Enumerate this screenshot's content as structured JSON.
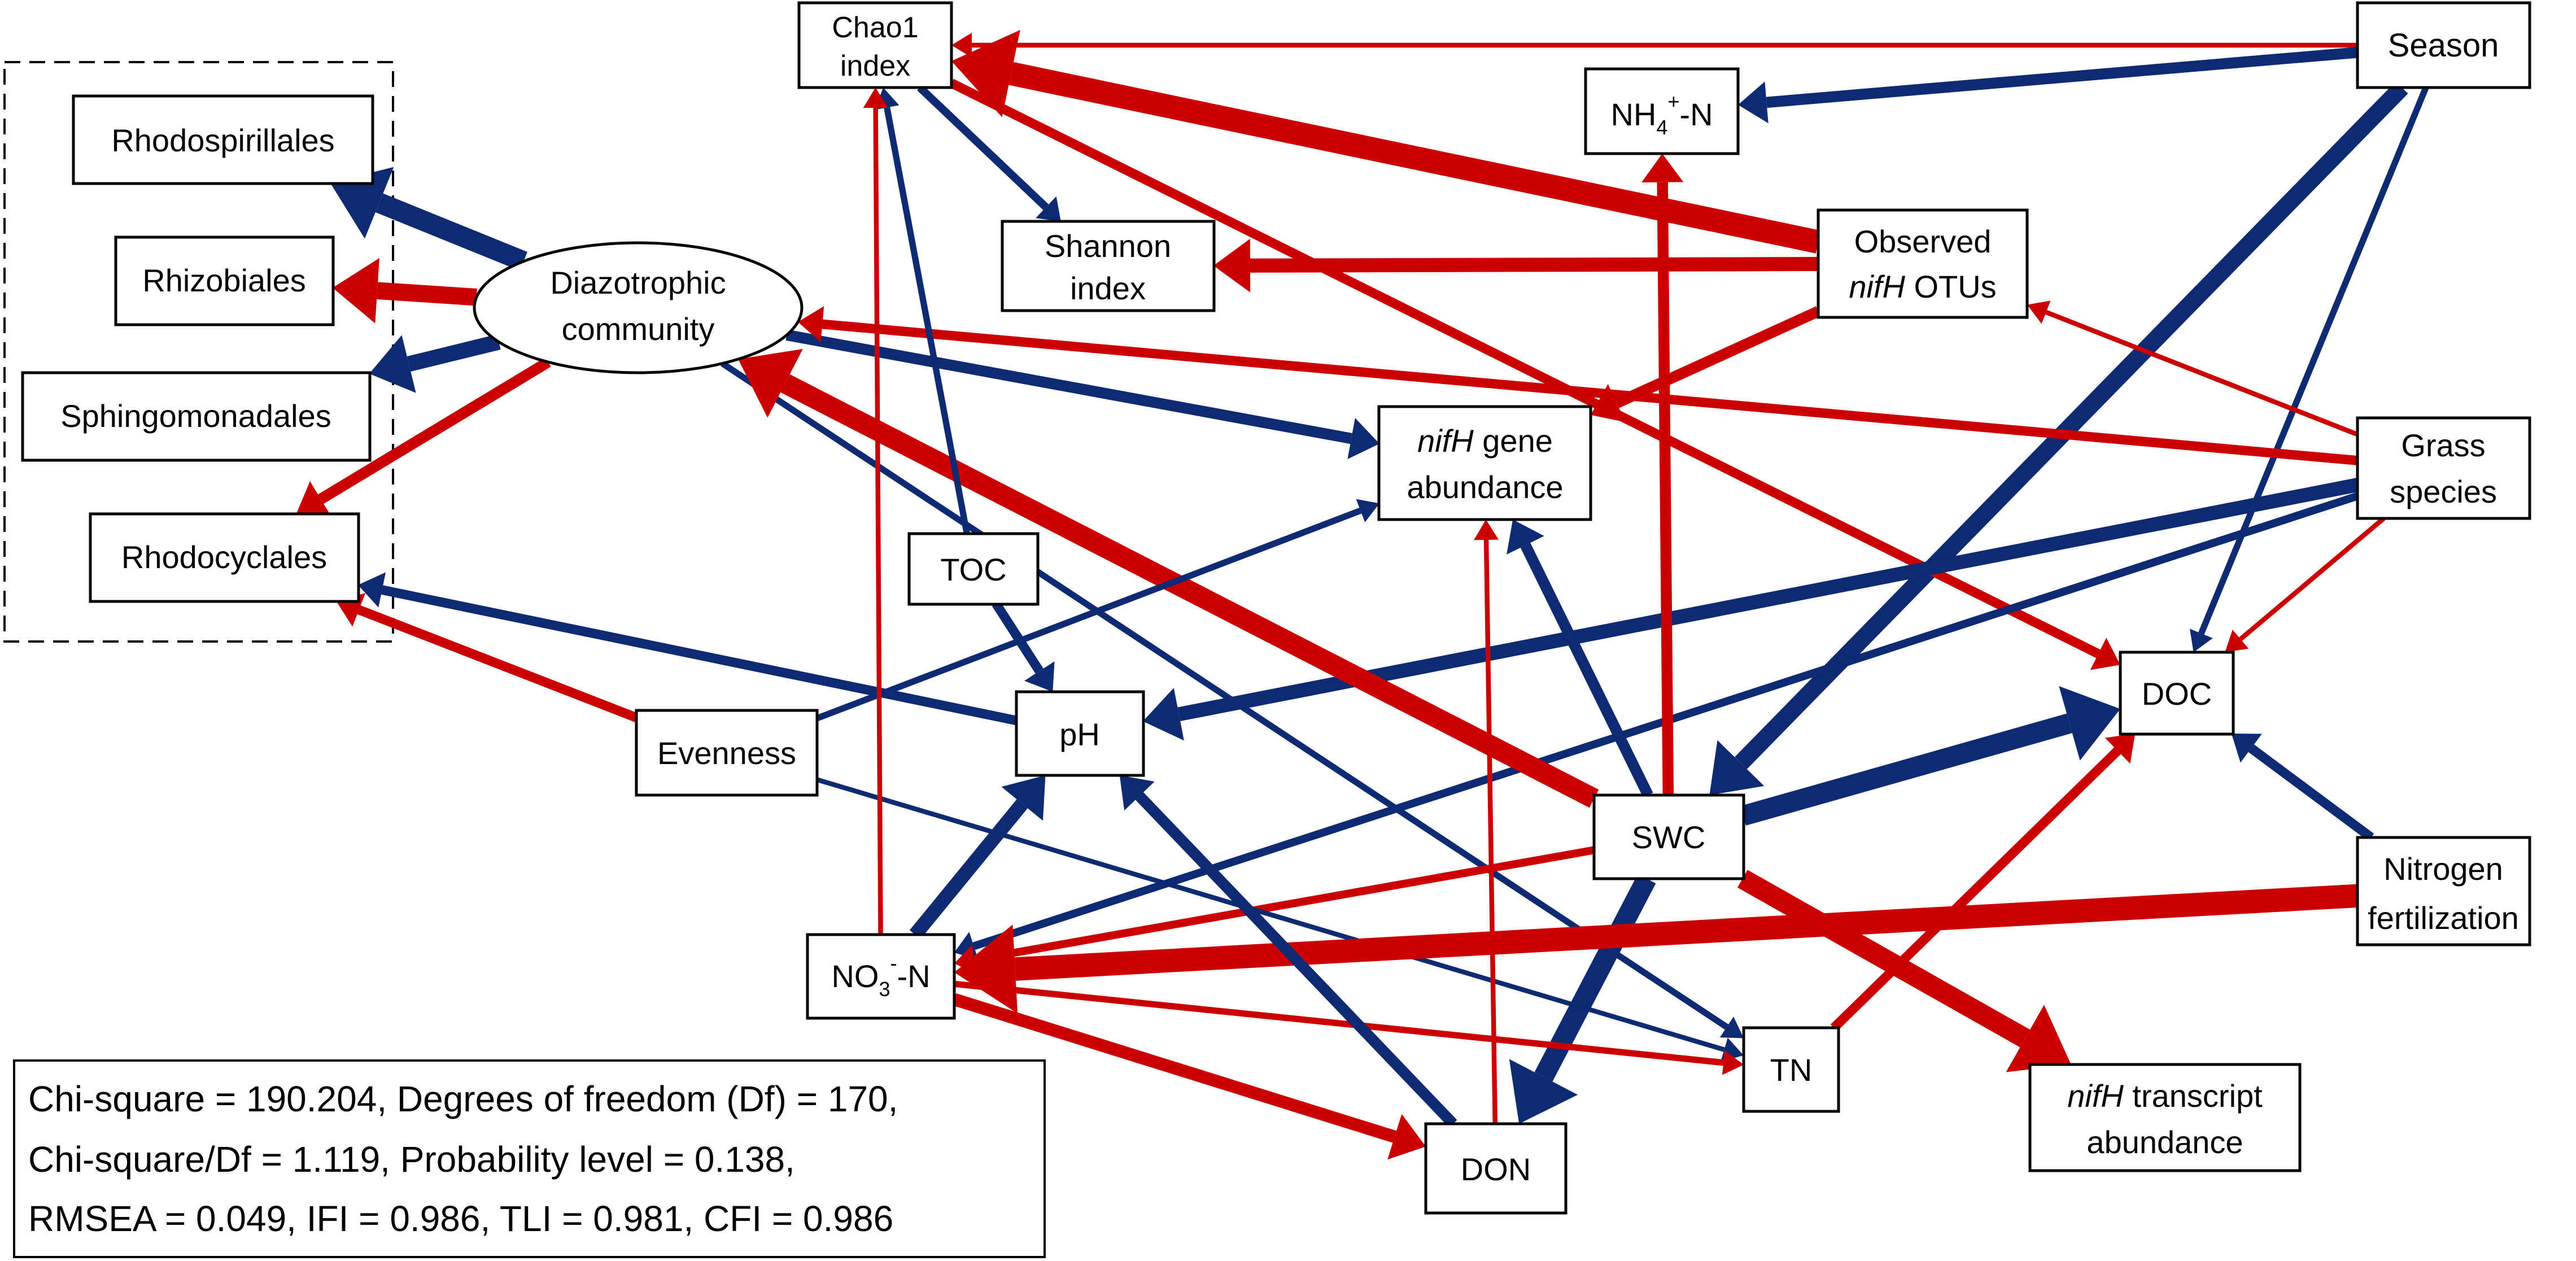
{
  "colors": {
    "positive": "#cc0000",
    "negative": "#0d2a73"
  },
  "nodes": {
    "chao1": [
      "Chao1",
      "index"
    ],
    "season": [
      "Season"
    ],
    "nh4": {
      "main": "NH",
      "sub": "4",
      "sup": "+",
      "tail": "-N"
    },
    "rhodospirillales": [
      "Rhodospirillales"
    ],
    "rhizobiales": [
      "Rhizobiales"
    ],
    "sphingomonadales": [
      "Sphingomonadales"
    ],
    "rhodocyclales": [
      "Rhodocyclales"
    ],
    "diazotrophic": [
      "Diazotrophic",
      "community"
    ],
    "shannon": [
      "Shannon",
      "index"
    ],
    "observed": {
      "line1": "Observed",
      "line2_italic": "nifH",
      "line2_rest": " OTUs"
    },
    "nifh_gene": {
      "line1_italic": "nifH",
      "line1_rest": " gene",
      "line2": "abundance"
    },
    "grass": [
      "Grass",
      "species"
    ],
    "toc": [
      "TOC"
    ],
    "ph": [
      "pH"
    ],
    "doc": [
      "DOC"
    ],
    "evenness": [
      "Evenness"
    ],
    "swc": [
      "SWC"
    ],
    "nitrogen": [
      "Nitrogen",
      "fertilization"
    ],
    "no3": {
      "main": "NO",
      "sub": "3",
      "sup": "-",
      "tail": "-N"
    },
    "tn": [
      "TN"
    ],
    "nifh_transcript": {
      "line1_italic": "nifH",
      "line1_rest": " transcript",
      "line2": "abundance"
    },
    "don": [
      "DON"
    ]
  },
  "stats": [
    "Chi-square = 190.204, Degrees of freedom (Df) = 170,",
    "Chi-square/Df = 1.119, Probability level = 0.138,",
    "RMSEA = 0.049, IFI = 0.986, TLI = 0.981, CFI = 0.986"
  ],
  "paths": [
    {
      "from": "season",
      "to": "chao1",
      "sign": "positive",
      "strength": 1
    },
    {
      "from": "season",
      "to": "nh4",
      "sign": "negative",
      "strength": 3
    },
    {
      "from": "season",
      "to": "swc",
      "sign": "negative",
      "strength": 5
    },
    {
      "from": "season",
      "to": "doc",
      "sign": "negative",
      "strength": 1.5
    },
    {
      "from": "observed",
      "to": "chao1",
      "sign": "positive",
      "strength": 7
    },
    {
      "from": "observed",
      "to": "shannon",
      "sign": "positive",
      "strength": 4
    },
    {
      "from": "observed",
      "to": "nifh_gene",
      "sign": "positive",
      "strength": 3
    },
    {
      "from": "chao1",
      "to": "doc",
      "sign": "positive",
      "strength": 2.5
    },
    {
      "from": "chao1",
      "to": "shannon",
      "sign": "negative",
      "strength": 2
    },
    {
      "from": "diazotrophic",
      "to": "rhodospirillales",
      "sign": "negative",
      "strength": 6
    },
    {
      "from": "diazotrophic",
      "to": "rhizobiales",
      "sign": "positive",
      "strength": 5
    },
    {
      "from": "diazotrophic",
      "to": "sphingomonadales",
      "sign": "negative",
      "strength": 4.5
    },
    {
      "from": "diazotrophic",
      "to": "rhodocyclales",
      "sign": "positive",
      "strength": 3
    },
    {
      "from": "diazotrophic",
      "to": "nifh_gene",
      "sign": "negative",
      "strength": 3
    },
    {
      "from": "diazotrophic",
      "to": "tn",
      "sign": "negative",
      "strength": 1.5
    },
    {
      "from": "grass",
      "to": "diazotrophic",
      "sign": "positive",
      "strength": 2.5
    },
    {
      "from": "grass",
      "to": "ph",
      "sign": "negative",
      "strength": 4
    },
    {
      "from": "grass",
      "to": "no3",
      "sign": "negative",
      "strength": 2
    },
    {
      "from": "grass",
      "to": "doc",
      "sign": "positive",
      "strength": 1
    },
    {
      "from": "grass",
      "to": "observed",
      "sign": "positive",
      "strength": 1
    },
    {
      "from": "swc",
      "to": "diazotrophic",
      "sign": "positive",
      "strength": 6
    },
    {
      "from": "swc",
      "to": "nh4",
      "sign": "positive",
      "strength": 3
    },
    {
      "from": "swc",
      "to": "nifh_gene",
      "sign": "negative",
      "strength": 3
    },
    {
      "from": "swc",
      "to": "doc",
      "sign": "negative",
      "strength": 6
    },
    {
      "from": "swc",
      "to": "don",
      "sign": "negative",
      "strength": 6
    },
    {
      "from": "swc",
      "to": "no3",
      "sign": "positive",
      "strength": 2
    },
    {
      "from": "swc",
      "to": "nifh_transcript",
      "sign": "positive",
      "strength": 6
    },
    {
      "from": "toc",
      "to": "ph",
      "sign": "negative",
      "strength": 2.5
    },
    {
      "from": "toc",
      "to": "chao1",
      "sign": "negative",
      "strength": 1.5
    },
    {
      "from": "evenness",
      "to": "rhodocyclales",
      "sign": "positive",
      "strength": 2.5
    },
    {
      "from": "evenness",
      "to": "nifh_gene",
      "sign": "negative",
      "strength": 1.5
    },
    {
      "from": "evenness",
      "to": "tn",
      "sign": "negative",
      "strength": 1
    },
    {
      "from": "ph",
      "to": "rhodocyclales",
      "sign": "negative",
      "strength": 2.5
    },
    {
      "from": "no3",
      "to": "ph",
      "sign": "negative",
      "strength": 4
    },
    {
      "from": "no3",
      "to": "chao1",
      "sign": "positive",
      "strength": 1
    },
    {
      "from": "no3",
      "to": "don",
      "sign": "positive",
      "strength": 3.5
    },
    {
      "from": "no3",
      "to": "tn",
      "sign": "positive",
      "strength": 1.5
    },
    {
      "from": "nitrogen",
      "to": "no3",
      "sign": "positive",
      "strength": 7
    },
    {
      "from": "nitrogen",
      "to": "doc",
      "sign": "negative",
      "strength": 2.5
    },
    {
      "from": "tn",
      "to": "doc",
      "sign": "positive",
      "strength": 2.5
    },
    {
      "from": "don",
      "to": "ph",
      "sign": "negative",
      "strength": 3
    },
    {
      "from": "don",
      "to": "nifh_gene",
      "sign": "positive",
      "strength": 1
    }
  ]
}
